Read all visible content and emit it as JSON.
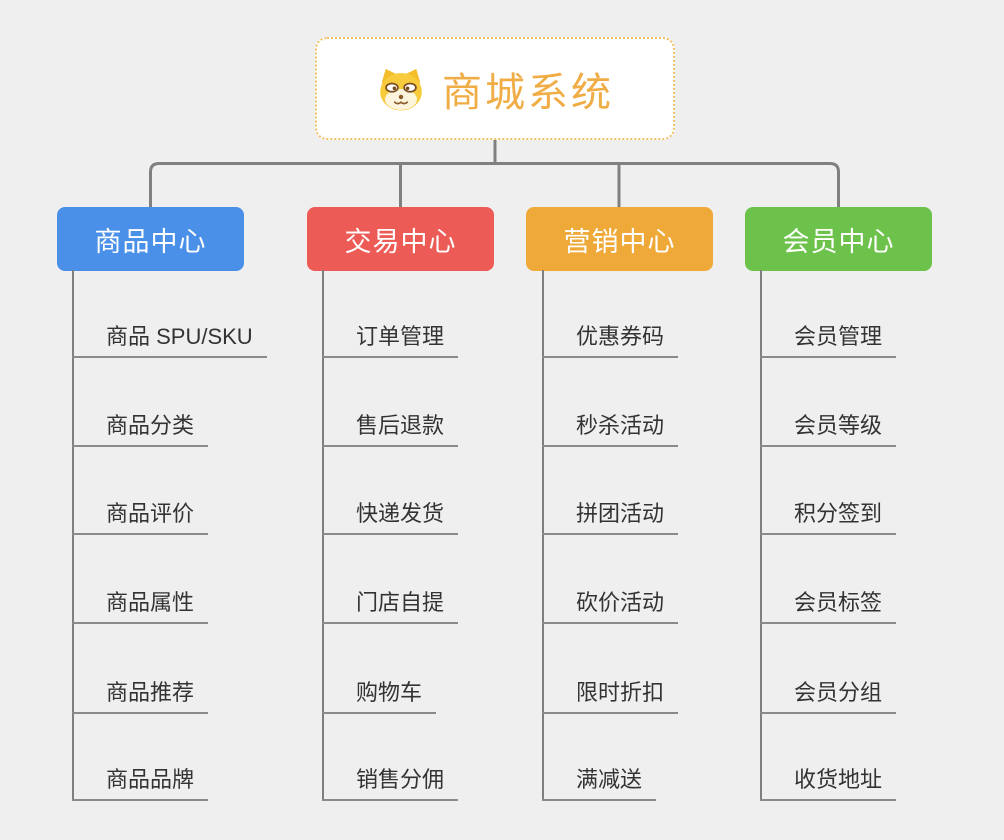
{
  "root": {
    "title": "商城系统",
    "icon": "shiba-dog-icon",
    "text_color": "#f0ac45",
    "border_color": "#f2c063",
    "background": "#ffffff"
  },
  "connector_color": "#808080",
  "child_line_color": "#8a8a8a",
  "child_text_color": "#333333",
  "canvas_background": "#efefef",
  "branches": [
    {
      "label": "商品中心",
      "color": "#4a90e8",
      "children": [
        "商品 SPU/SKU",
        "商品分类",
        "商品评价",
        "商品属性",
        "商品推荐",
        "商品品牌"
      ]
    },
    {
      "label": "交易中心",
      "color": "#ec5b56",
      "children": [
        "订单管理",
        "售后退款",
        "快递发货",
        "门店自提",
        "购物车",
        "销售分佣"
      ]
    },
    {
      "label": "营销中心",
      "color": "#efa939",
      "children": [
        "优惠券码",
        "秒杀活动",
        "拼团活动",
        "砍价活动",
        "限时折扣",
        "满减送"
      ]
    },
    {
      "label": "会员中心",
      "color": "#6cc24a",
      "children": [
        "会员管理",
        "会员等级",
        "积分签到",
        "会员标签",
        "会员分组",
        "收货地址"
      ]
    }
  ]
}
